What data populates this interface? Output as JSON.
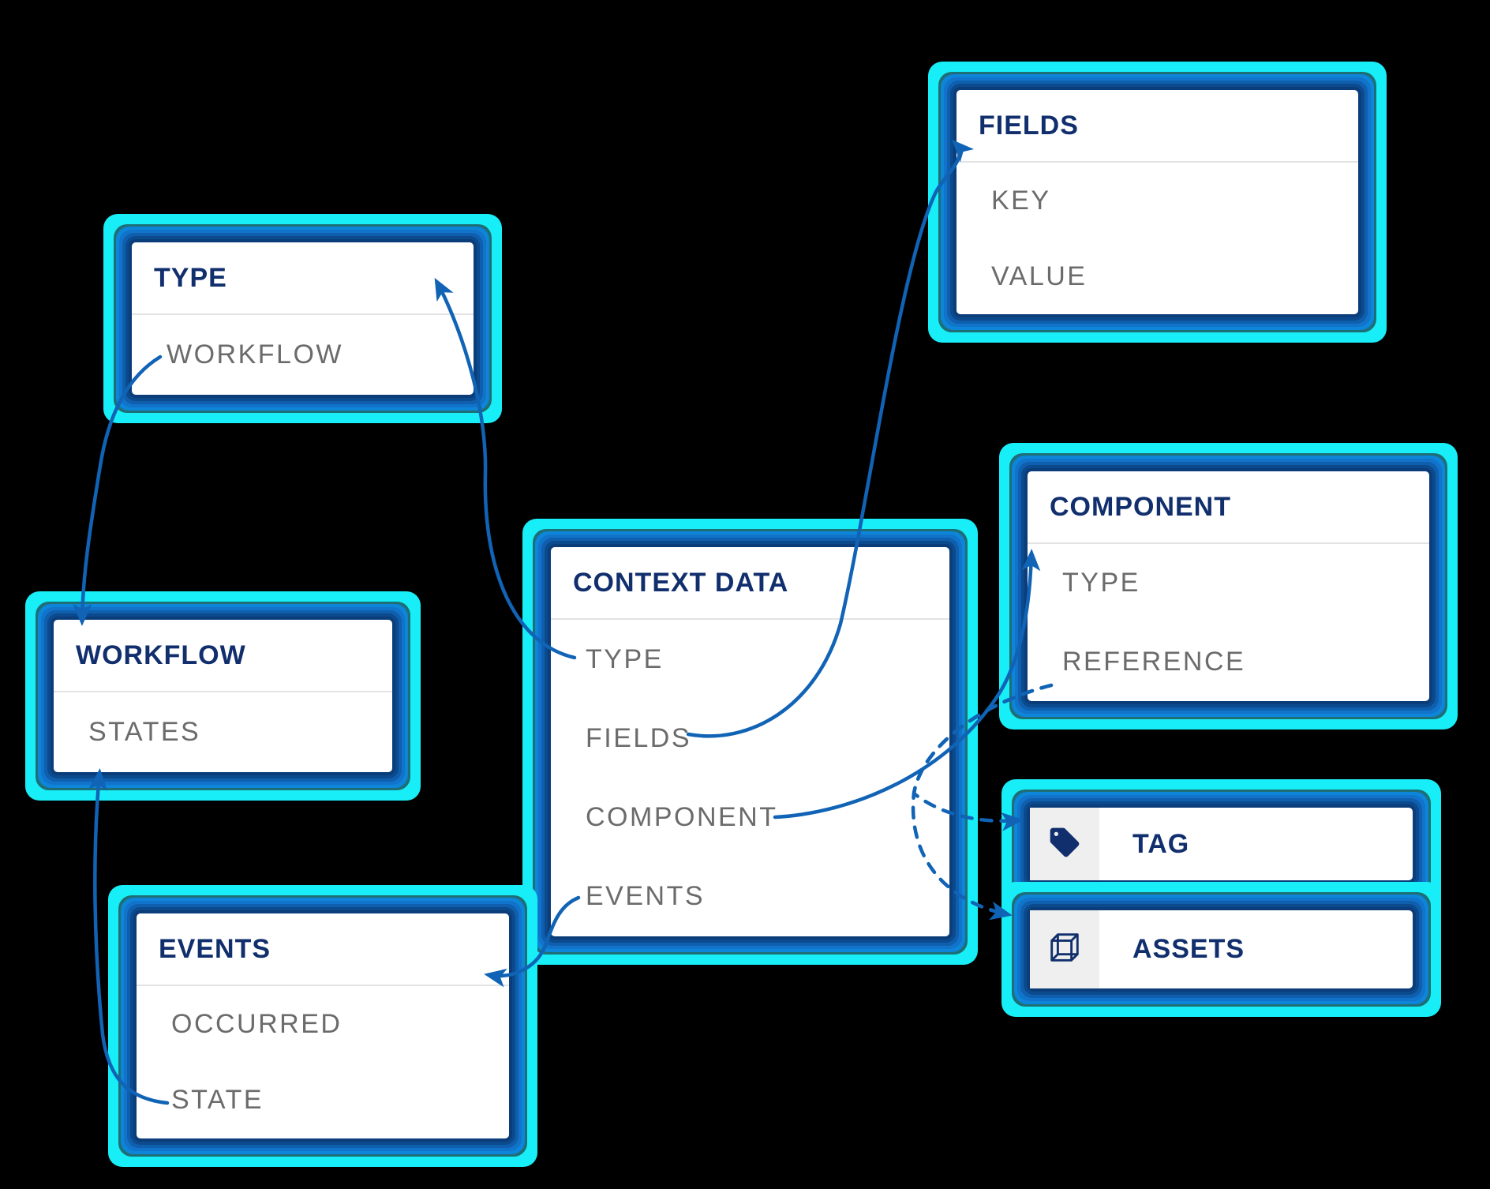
{
  "canvas": {
    "background_color": "#000000",
    "glow_color": "#18eef7",
    "ring_blue_dark": "#0a3d7a",
    "ring_blue_bright": "#0d85d8",
    "header_text_color": "#112f6d",
    "item_text_color": "#6b6b6b",
    "arrow_color": "#1063b5"
  },
  "entities": {
    "type": {
      "title": "TYPE",
      "items": [
        "WORKFLOW"
      ]
    },
    "fields": {
      "title": "FIELDS",
      "items": [
        "KEY",
        "VALUE"
      ]
    },
    "workflow": {
      "title": "WORKFLOW",
      "items": [
        "STATES"
      ]
    },
    "context_data": {
      "title": "CONTEXT DATA",
      "items": [
        "TYPE",
        "FIELDS",
        "COMPONENT",
        "EVENTS"
      ]
    },
    "component": {
      "title": "COMPONENT",
      "items": [
        "TYPE",
        "REFERENCE"
      ]
    },
    "events": {
      "title": "EVENTS",
      "items": [
        "OCCURRED",
        "STATE"
      ]
    },
    "tag": {
      "title": "TAG",
      "icon": "tag-icon"
    },
    "assets": {
      "title": "ASSETS",
      "icon": "cube-icon"
    }
  },
  "connections": [
    {
      "from": "context_data.type",
      "to": "type",
      "style": "solid"
    },
    {
      "from": "type.workflow",
      "to": "workflow",
      "style": "solid"
    },
    {
      "from": "context_data.fields",
      "to": "fields",
      "style": "solid"
    },
    {
      "from": "context_data.component",
      "to": "component",
      "style": "solid"
    },
    {
      "from": "context_data.events",
      "to": "events",
      "style": "solid"
    },
    {
      "from": "events.state",
      "to": "workflow",
      "style": "solid"
    },
    {
      "from": "component.reference",
      "to": "tag",
      "style": "dashed"
    },
    {
      "from": "component.reference",
      "to": "assets",
      "style": "dashed"
    }
  ]
}
